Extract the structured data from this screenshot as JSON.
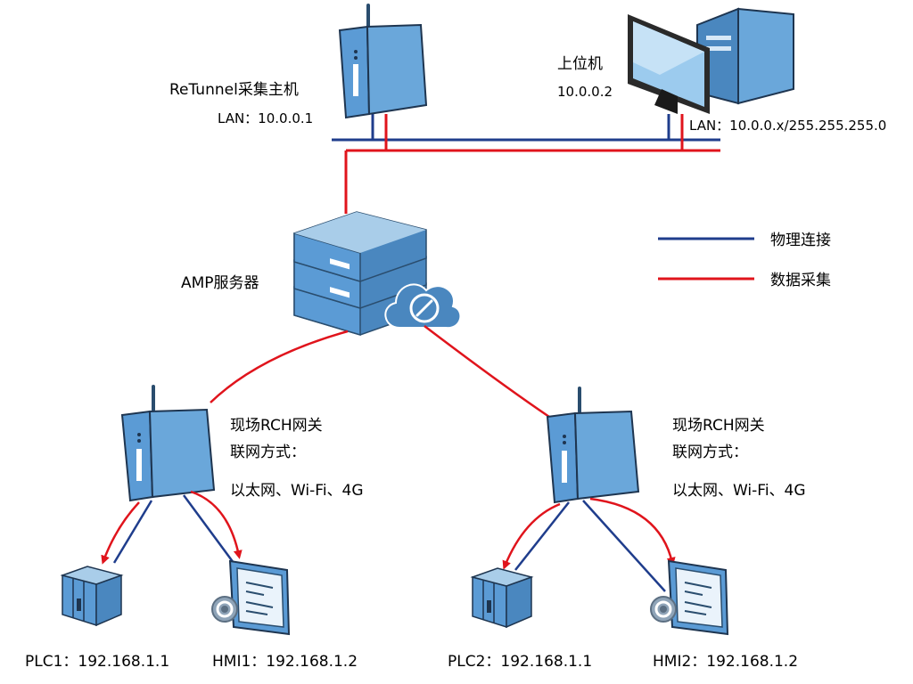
{
  "colors": {
    "physical": "#1f3d8c",
    "data": "#e0141c",
    "device_face": "#5b9bd5",
    "device_dark": "#2a4d6e",
    "device_light": "#a9cde9"
  },
  "host": {
    "name": "ReTunnel采集主机",
    "lan": "LAN：10.0.0.1"
  },
  "pc": {
    "name": "上位机",
    "ip": "10.0.0.2",
    "lan": "LAN：10.0.0.x/255.255.255.0"
  },
  "server": {
    "name": "AMP服务器"
  },
  "legend": {
    "physical": "物理连接",
    "data": "数据采集"
  },
  "gateways": [
    {
      "line1": "现场RCH网关",
      "line2": "联网方式：",
      "line3": "以太网、Wi-Fi、4G"
    },
    {
      "line1": "现场RCH网关",
      "line2": "联网方式：",
      "line3": "以太网、Wi-Fi、4G"
    }
  ],
  "devices": [
    {
      "label": "PLC1：192.168.1.1"
    },
    {
      "label": "HMI1：192.168.1.2"
    },
    {
      "label": "PLC2：192.168.1.1"
    },
    {
      "label": "HMI2：192.168.1.2"
    }
  ]
}
